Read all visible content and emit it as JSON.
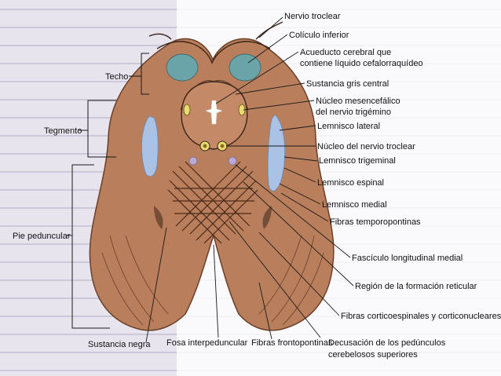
{
  "diagram": {
    "labels": {
      "nervio_troclear": "Nervio troclear",
      "coliculo_inferior": "Colículo inferior",
      "acueducto_1": "Acueducto cerebral que",
      "acueducto_2": "contiene líquido cefalorraquídeo",
      "sustancia_gris_central": "Sustancia gris central",
      "nucleo_mesencefalico_1": "Núcleo mesencefálico",
      "nucleo_mesencefalico_2": "del nervio trigémino",
      "lemnisco_lateral": "Lemnisco lateral",
      "nucleo_troclear": "Núcleo del nervio troclear",
      "lemnisco_trigeminal": "Lemnisco trigeminal",
      "lemnisco_espinal": "Lemnisco espinal",
      "lemnisco_medial": "Lemnisco medial",
      "fibras_temporopontinas": "Fibras temporopontinas",
      "fasciculo_longitudinal": "Fascículo longitudinal medial",
      "formacion_reticular": "Región de la formación reticular",
      "fibras_corticoespinales": "Fibras corticoespinales y corticonucleares",
      "decusacion_1": "Decusación de los pedúnculos",
      "decusacion_2": "cerebelosos superiores",
      "fibras_frontopontinas": "Fibras frontopontinas",
      "fosa_interpeduncular": "Fosa interpeduncular",
      "sustancia_negra": "Sustancia negra",
      "techo": "Techo",
      "tegmento": "Tegmento",
      "pie_peduncular": "Pie peduncular"
    },
    "colors": {
      "tissue": "#b97e5c",
      "tissue_dark": "#6b3f28",
      "colliculus": "#6aa3a8",
      "lemniscus": "#a9c2e6",
      "nucleus": "#e9dc70",
      "small_nucleus": "#b9a9d8",
      "leader": "#1a1a1a"
    }
  }
}
